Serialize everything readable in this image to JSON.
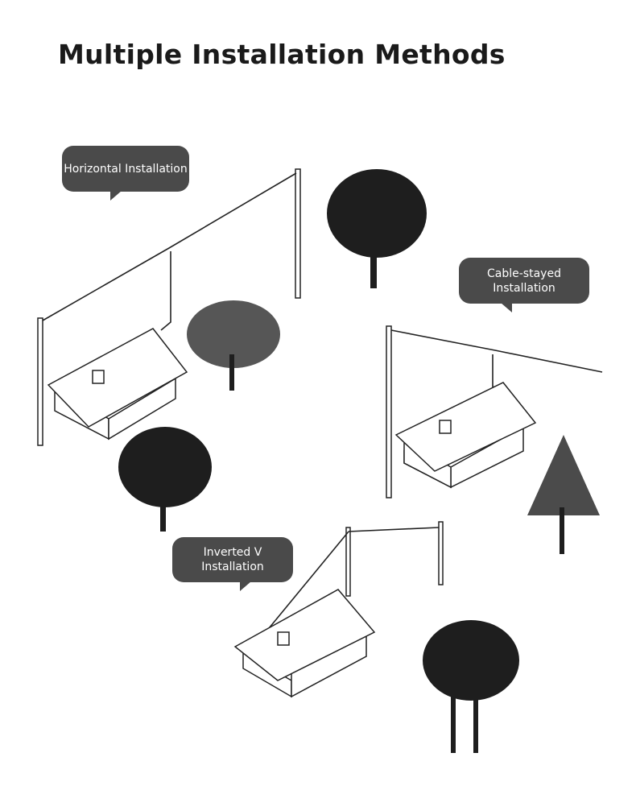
{
  "title": "Multiple Installation Methods",
  "labels": {
    "horizontal": "Horizontal Installation",
    "cable_stayed": "Cable-stayed Installation",
    "inverted_v": "Inverted V Installation"
  },
  "colors": {
    "bubble": "#4a4a4a",
    "title": "#1a1a1a"
  }
}
